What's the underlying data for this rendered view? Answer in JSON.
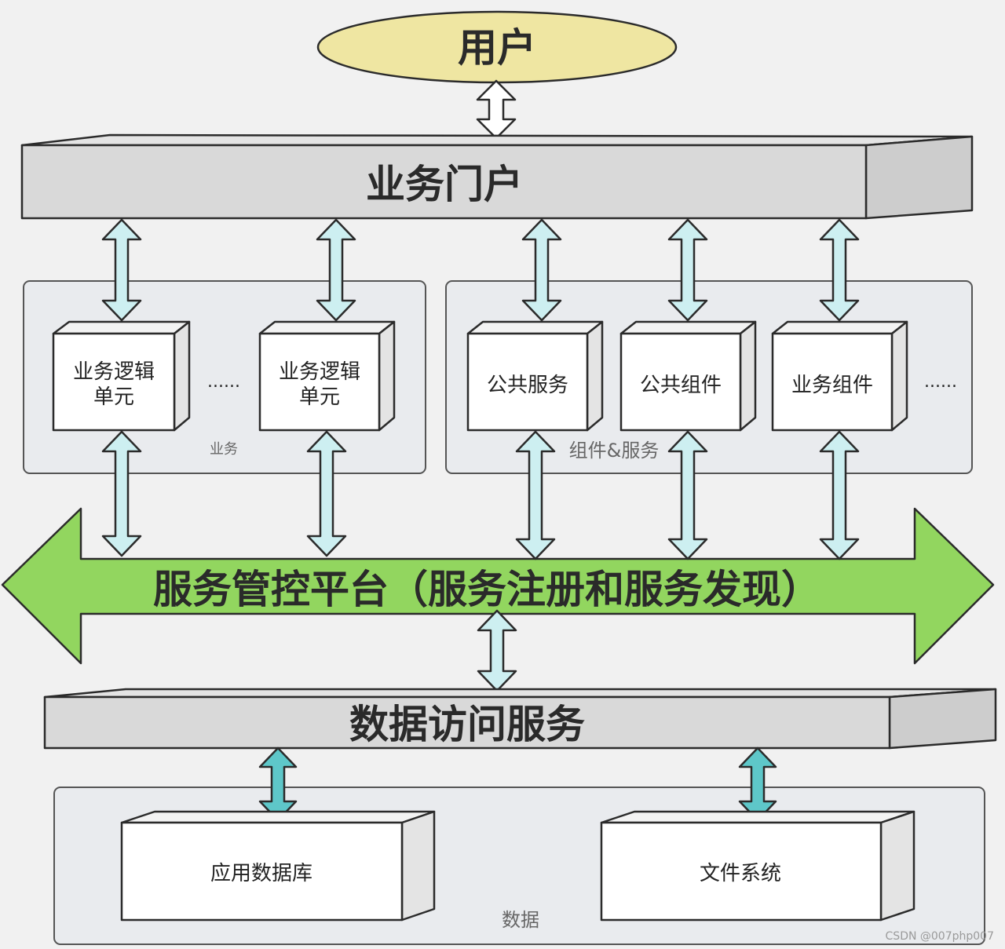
{
  "diagram": {
    "user": "用户",
    "portal": "业务门户",
    "business_group": {
      "label": "业务",
      "units": [
        {
          "lines": [
            "业务逻辑",
            "单元"
          ]
        },
        {
          "lines": [
            "业务逻辑",
            "单元"
          ]
        }
      ],
      "more": "......"
    },
    "component_group": {
      "label": "组件&服务",
      "items": [
        "公共服务",
        "公共组件",
        "业务组件"
      ],
      "more": "......"
    },
    "platform": "服务管控平台（服务注册和服务发现）",
    "data_access": "数据访问服务",
    "data_group": {
      "label": "数据",
      "stores": [
        "应用数据库",
        "文件系统"
      ]
    }
  },
  "watermark": "CSDN @007php007",
  "colors": {
    "user_ellipse": "#efe6a2",
    "portal_front": "#d9d9d9",
    "portal_top": "#e4e4e4",
    "portal_side": "#cdcdcd",
    "group_fill": "#e9ebee",
    "green_arrow": "#92d65f",
    "light_arrow": "#cdeff1",
    "teal_arrow": "#5ec7c9",
    "white_arrow": "#ffffff"
  }
}
